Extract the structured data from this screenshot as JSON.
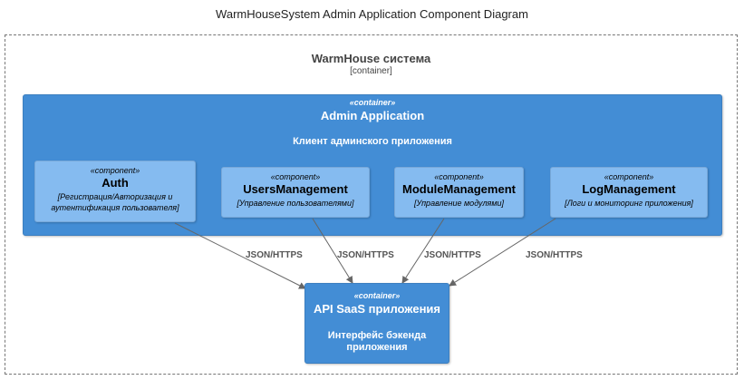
{
  "diagram": {
    "title": "WarmHouseSystem Admin Application Component Diagram",
    "system_boundary": {
      "name": "WarmHouse система",
      "type": "[container]"
    },
    "container": {
      "stereotype": "«container»",
      "name": "Admin Application",
      "description": "Клиент админского приложения"
    },
    "components": [
      {
        "stereotype": "«component»",
        "name": "Auth",
        "description_line1": "[Регистрация/Авторизация и",
        "description_line2": "аутентификация пользователя]"
      },
      {
        "stereotype": "«component»",
        "name": "UsersManagement",
        "description_line1": "[Управление пользователями]"
      },
      {
        "stereotype": "«component»",
        "name": "ModuleManagement",
        "description_line1": "[Управление модулями]"
      },
      {
        "stereotype": "«component»",
        "name": "LogManagement",
        "description_line1": "[Логи и мониторинг приложения]"
      }
    ],
    "api": {
      "stereotype": "«container»",
      "name": "API SaaS приложения",
      "description_line1": "Интерфейс бэкенда",
      "description_line2": "приложения"
    },
    "relations": [
      {
        "from": "Auth",
        "to": "API SaaS приложения",
        "label": "JSON/HTTPS"
      },
      {
        "from": "UsersManagement",
        "to": "API SaaS приложения",
        "label": "JSON/HTTPS"
      },
      {
        "from": "ModuleManagement",
        "to": "API SaaS приложения",
        "label": "JSON/HTTPS"
      },
      {
        "from": "LogManagement",
        "to": "API SaaS приложения",
        "label": "JSON/HTTPS"
      }
    ],
    "colors": {
      "container_fill": "#438dd5",
      "component_fill": "#85bbf0",
      "arrow": "#666666"
    }
  }
}
